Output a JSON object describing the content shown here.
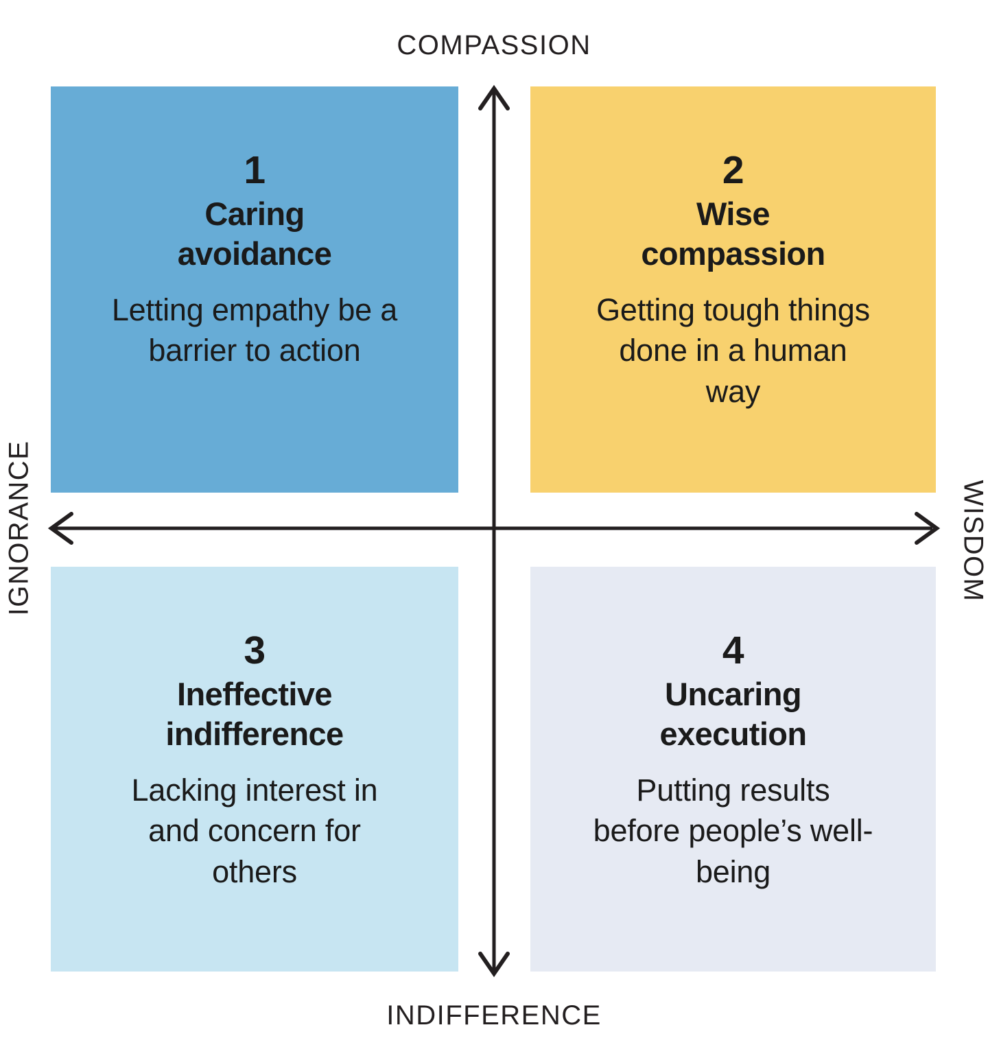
{
  "diagram": {
    "type": "2x2-matrix",
    "background_color": "#ffffff",
    "axes": {
      "vertical": {
        "top_label": "COMPASSION",
        "bottom_label": "INDIFFERENCE",
        "line_color": "#231f20"
      },
      "horizontal": {
        "left_label": "IGNORANCE",
        "right_label": "WISDOM",
        "line_color": "#231f20"
      }
    },
    "quadrants": [
      {
        "number": "1",
        "title": "Caring\navoidance",
        "title_line1": "Caring",
        "title_line2": "avoidance",
        "description": "Letting empathy be a barrier to action",
        "color": "#67acd6",
        "position": "top-left",
        "axis_meaning": "high compassion, low wisdom"
      },
      {
        "number": "2",
        "title": "Wise\ncompassion",
        "title_line1": "Wise",
        "title_line2": "compassion",
        "description": "Getting tough things done in a human way",
        "color": "#f8d16e",
        "position": "top-right",
        "axis_meaning": "high compassion, high wisdom"
      },
      {
        "number": "3",
        "title": "Ineffective\nindifference",
        "title_line1": "Ineffective",
        "title_line2": "indifference",
        "description": "Lacking interest in and concern for others",
        "color": "#c7e5f2",
        "position": "bottom-left",
        "axis_meaning": "low compassion, low wisdom"
      },
      {
        "number": "4",
        "title": "Uncaring\nexecution",
        "title_line1": "Uncaring",
        "title_line2": "execution",
        "description": "Putting results before people’s well-being",
        "color": "#e6eaf3",
        "position": "bottom-right",
        "axis_meaning": "low compassion, high wisdom"
      }
    ]
  }
}
